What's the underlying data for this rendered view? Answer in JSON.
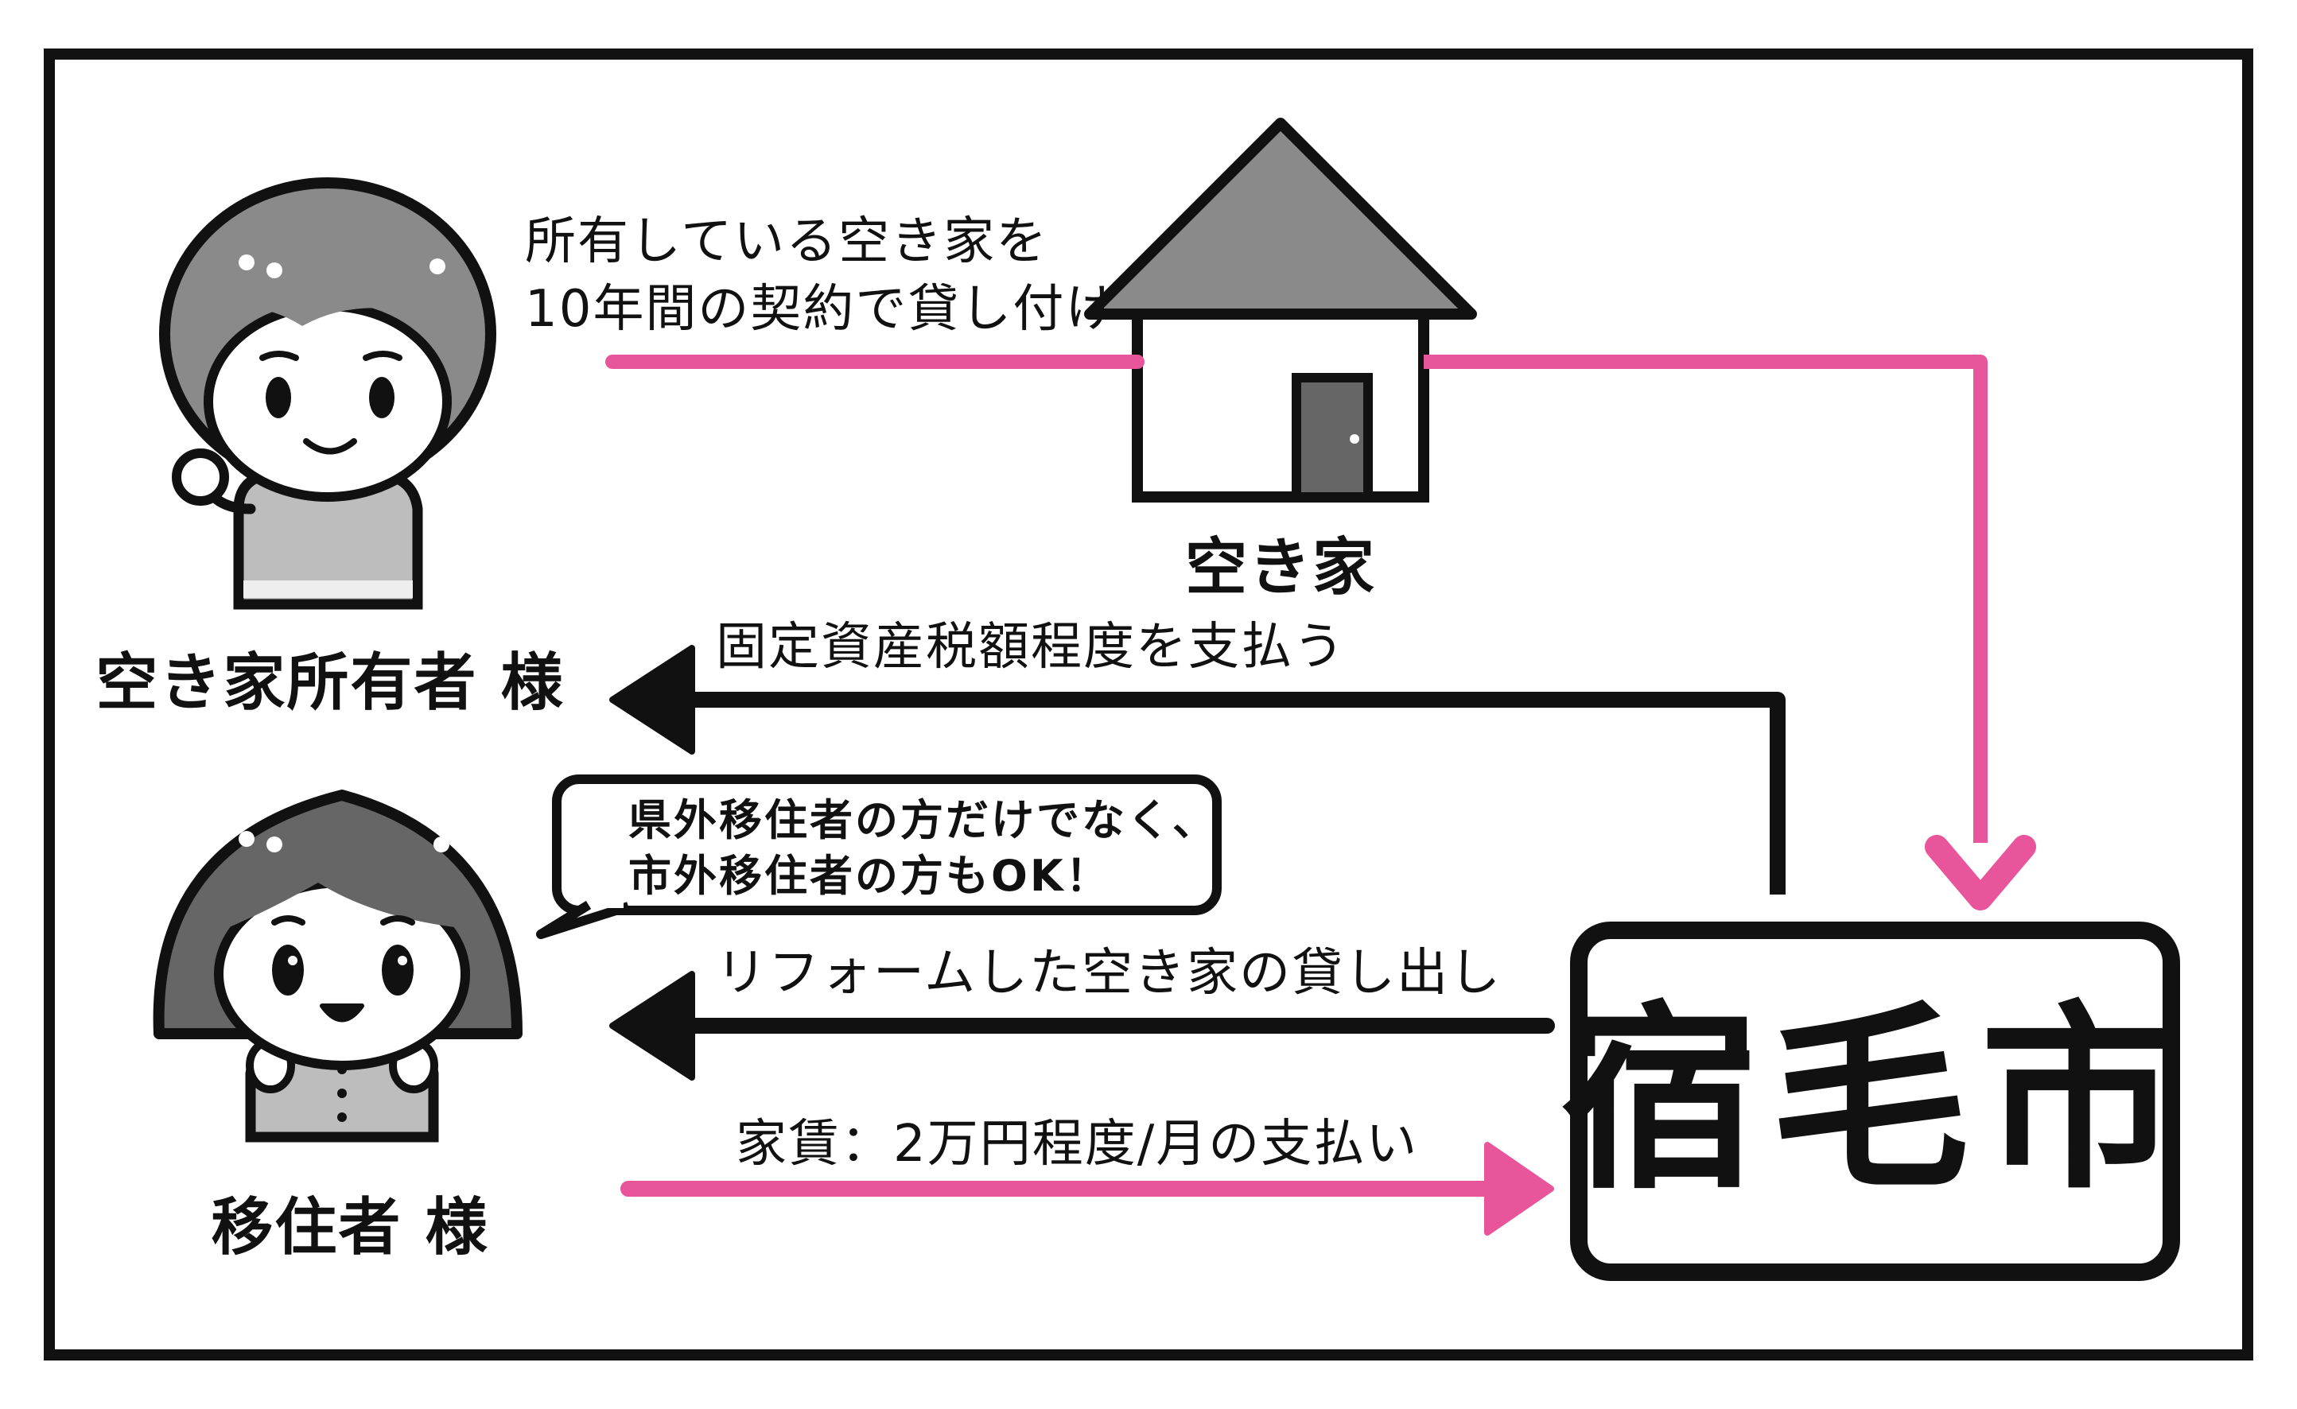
{
  "colors": {
    "pink": "#e8559b",
    "black": "#111111",
    "roof": "#888888",
    "door": "#666666",
    "hair": "#8a8a8a",
    "skin": "#ffffff",
    "shirt": "#bdbdbd"
  },
  "nodes": {
    "vacant_house": "空き家",
    "owner": "空き家所有者 様",
    "settler": "移住者 様",
    "city": "宿毛市"
  },
  "edges": {
    "lease_line1": "所有している空き家を",
    "lease_line2": "10年間の契約で貸し付け",
    "tax_payment": "固定資産税額程度を支払う",
    "rental": "リフォームした空き家の貸し出し",
    "rent_payment": "家賃：2万円程度/月の支払い"
  },
  "speech_bubble": {
    "line1": "県外移住者の方だけでなく、",
    "line2": "市外移住者の方もOK！"
  }
}
